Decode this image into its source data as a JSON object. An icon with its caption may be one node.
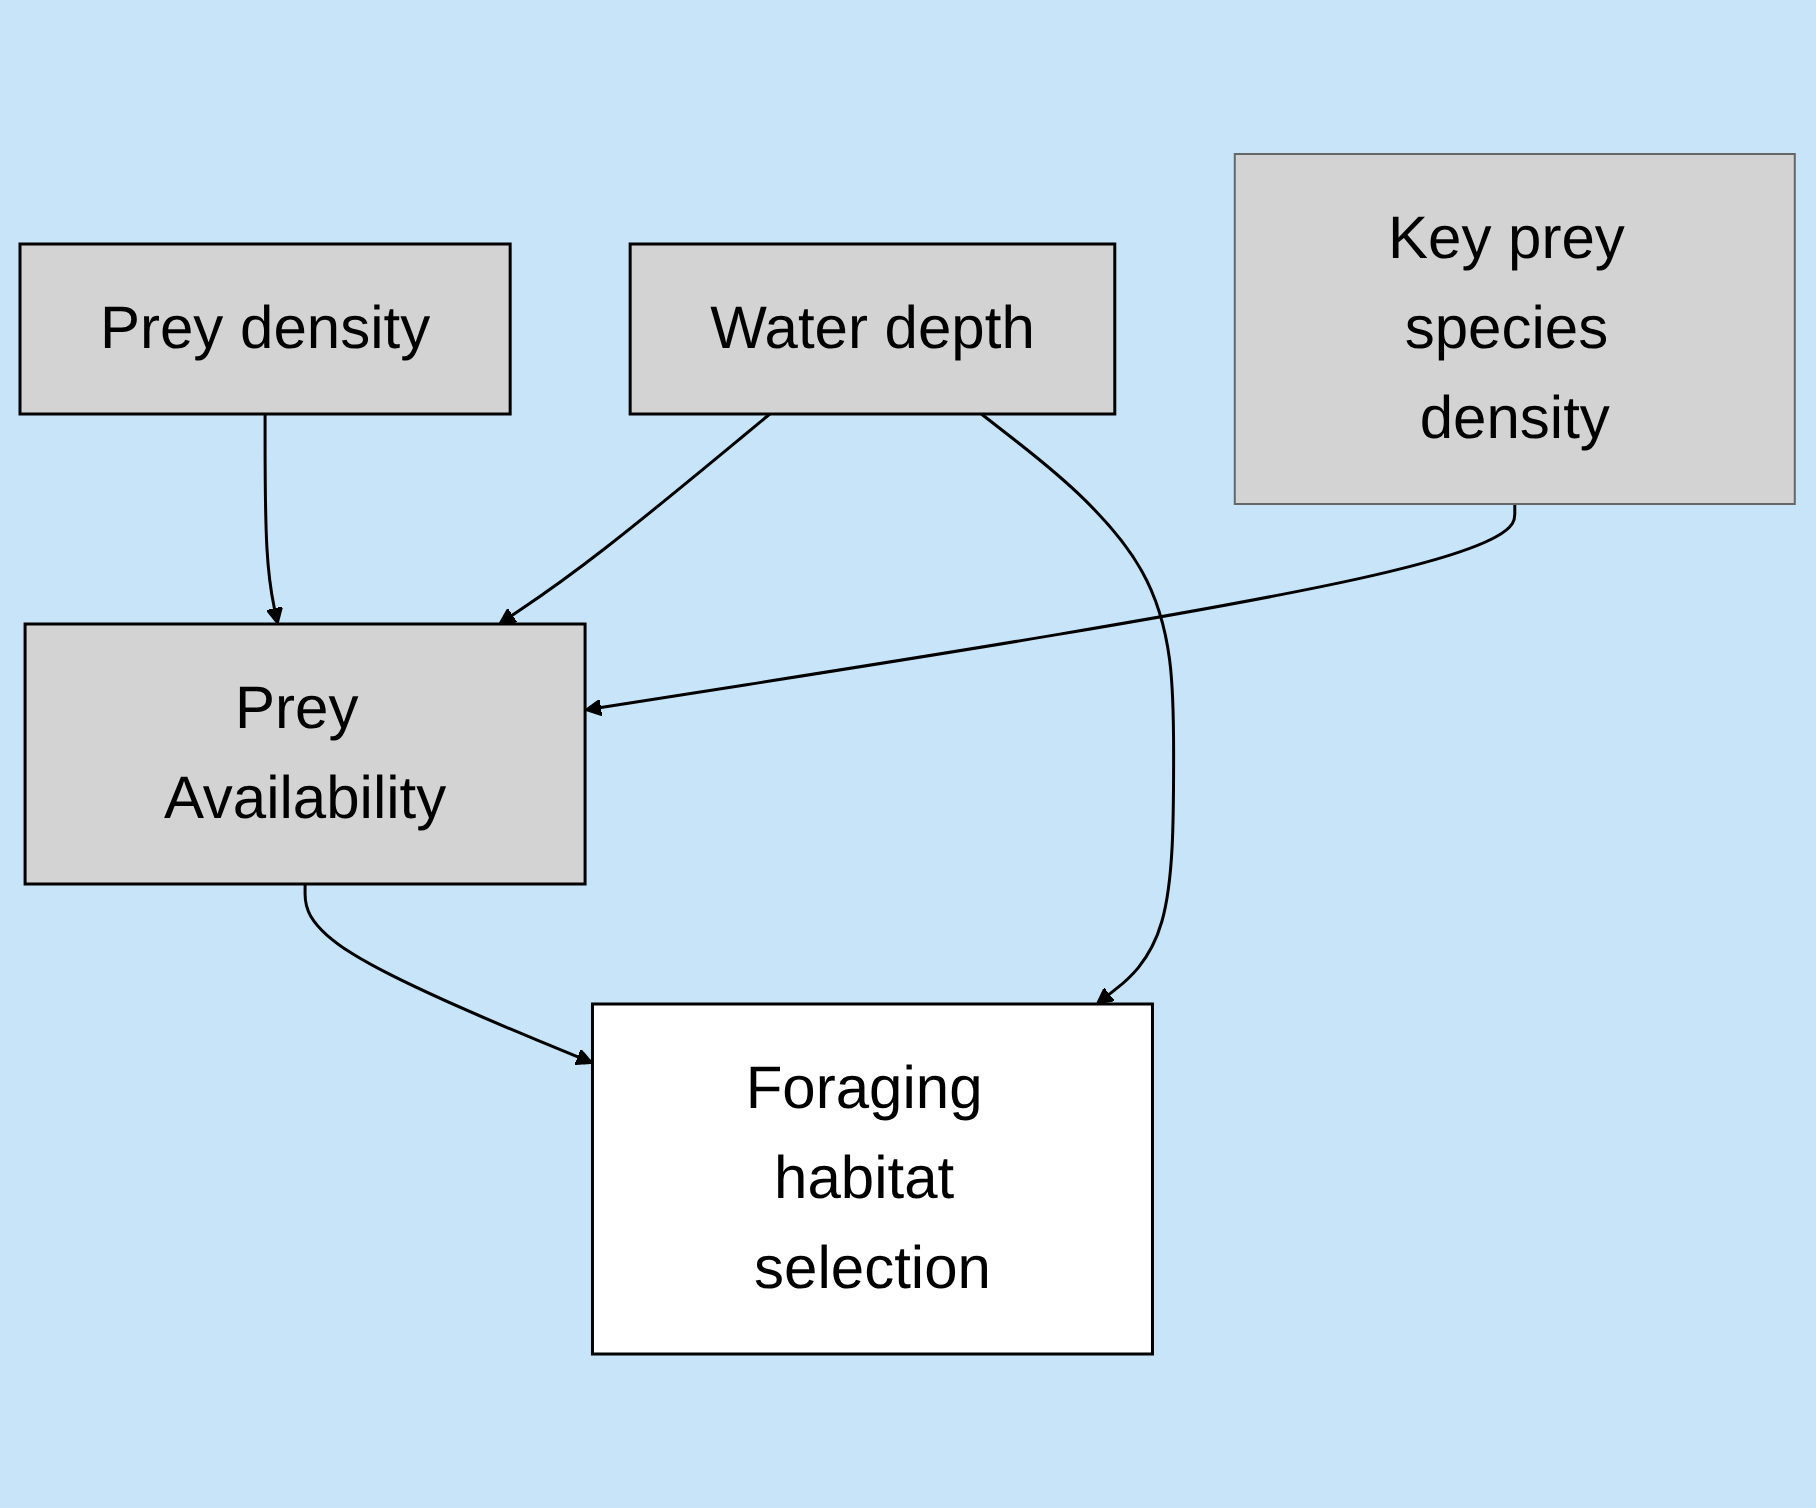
{
  "diagram": {
    "nodes": [
      {
        "text": [
          "Water depth"
        ]
      },
      {
        "text": [
          "Prey density"
        ]
      },
      {
        "text": [
          "Prey Availability"
        ]
      },
      {
        "text": [
          "Key prey species density"
        ]
      },
      {
        "text": [
          "Foraging habitat selection"
        ]
      }
    ],
    "edges": [
      {
        "from": 0,
        "to": 2,
        "arrow": "to"
      },
      {
        "from": 1,
        "to": 2,
        "arrow": "to"
      },
      {
        "from": 3,
        "to": 2,
        "arrow": "to"
      },
      {
        "from": 2,
        "to": 4,
        "arrow": "to"
      },
      {
        "from": 0,
        "to": 4,
        "arrow": "to"
      }
    ]
  }
}
